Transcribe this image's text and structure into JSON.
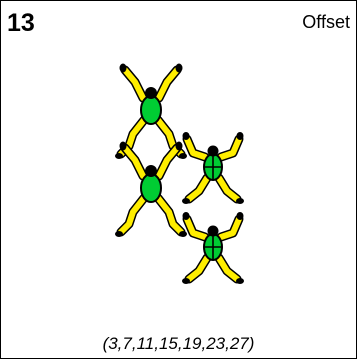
{
  "formation": {
    "number": "13",
    "name": "Offset",
    "sequence": "(3,7,11,15,19,23,27)"
  },
  "colors": {
    "limb": "#ffee00",
    "torso": "#00cc33",
    "outline": "#000000"
  },
  "icons": {
    "jumper_spread": "skydiver-spread-icon",
    "jumper_grip": "skydiver-grip-icon"
  }
}
